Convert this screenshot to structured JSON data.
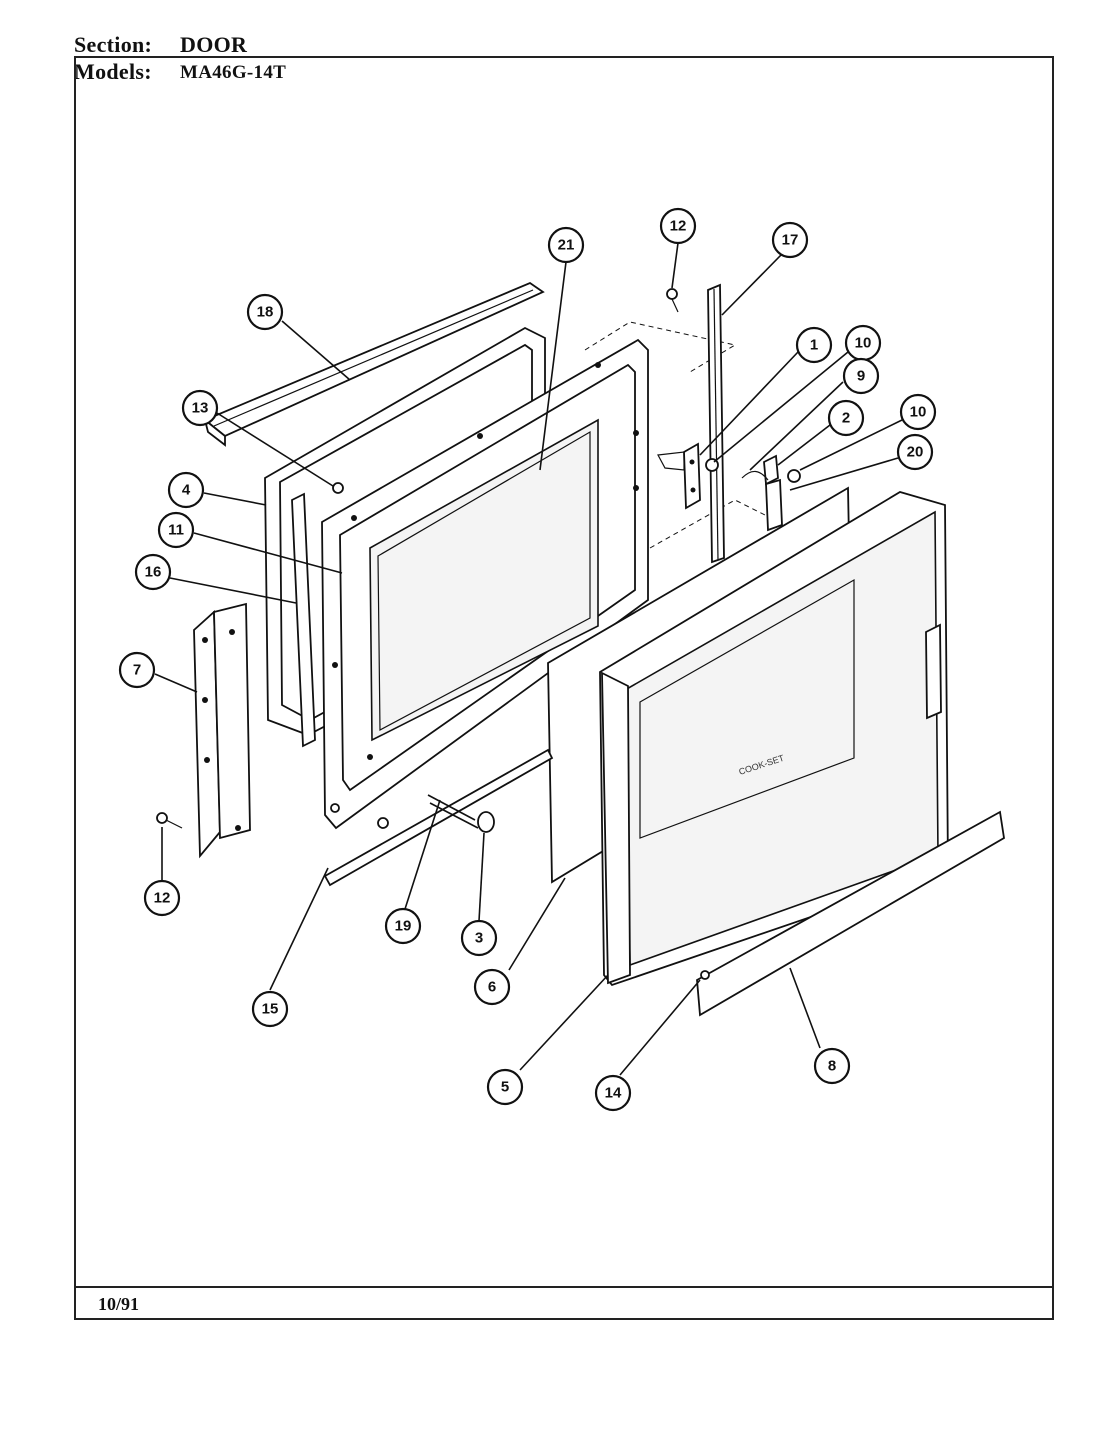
{
  "header": {
    "section_label": "Section:",
    "section_value": "DOOR",
    "models_label": "Models:",
    "models_value": "MA46G-14T"
  },
  "footer": {
    "date": "10/91"
  },
  "diagram": {
    "handle_text": "COOK-SET",
    "callouts": [
      {
        "id": "21",
        "label": "21"
      },
      {
        "id": "12a",
        "label": "12"
      },
      {
        "id": "17",
        "label": "17"
      },
      {
        "id": "18",
        "label": "18"
      },
      {
        "id": "1",
        "label": "1"
      },
      {
        "id": "10a",
        "label": "10"
      },
      {
        "id": "9",
        "label": "9"
      },
      {
        "id": "13",
        "label": "13"
      },
      {
        "id": "2",
        "label": "2"
      },
      {
        "id": "10b",
        "label": "10"
      },
      {
        "id": "4",
        "label": "4"
      },
      {
        "id": "20",
        "label": "20"
      },
      {
        "id": "11",
        "label": "11"
      },
      {
        "id": "16",
        "label": "16"
      },
      {
        "id": "7",
        "label": "7"
      },
      {
        "id": "12b",
        "label": "12"
      },
      {
        "id": "19",
        "label": "19"
      },
      {
        "id": "3",
        "label": "3"
      },
      {
        "id": "15",
        "label": "15"
      },
      {
        "id": "6",
        "label": "6"
      },
      {
        "id": "8",
        "label": "8"
      },
      {
        "id": "5",
        "label": "5"
      },
      {
        "id": "14",
        "label": "14"
      }
    ]
  }
}
